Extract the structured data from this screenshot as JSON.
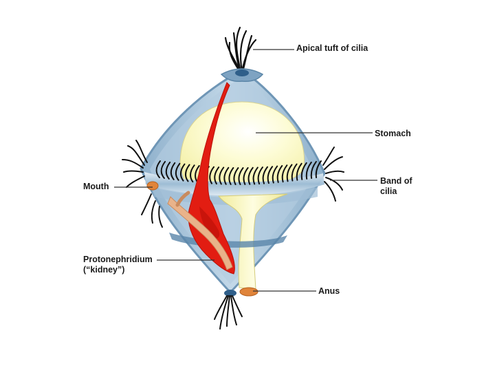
{
  "diagram": {
    "labels": {
      "apical": "Apical tuft of cilia",
      "stomach": "Stomach",
      "band_line1": "Band of",
      "band_line2": "cilia",
      "mouth": "Mouth",
      "proto_line1": "Protonephridium",
      "proto_line2": "(“kidney”)",
      "anus": "Anus"
    },
    "colors": {
      "body": "#a9c6dd",
      "body_outline": "#6f96b6",
      "stomach": "#fcfbc7",
      "intestine": "#fbf6b4",
      "protonephridium": "#e21d12",
      "gut_duct": "#e9b38a",
      "mouth_anus": "#e0843a",
      "cilia": "#111111",
      "leader_line": "#333333"
    }
  }
}
